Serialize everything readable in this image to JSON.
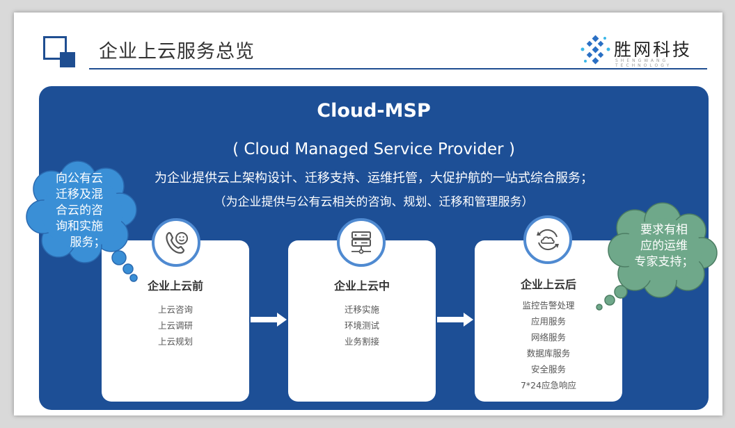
{
  "header": {
    "title": "企业上云服务总览",
    "brand_name": "胜网科技",
    "brand_sub": "SHENGWANG TECHNOLOGY"
  },
  "panel": {
    "headline": "Cloud-MSP",
    "subtitle": "( Cloud Managed Service Provider )",
    "description": "为企业提供云上架构设计、迁移支持、运维托管，大促护航的一站式综合服务；",
    "description2": "（为企业提供与公有云相关的咨询、规划、迁移和管理服务）"
  },
  "cards": [
    {
      "title": "企业上云前",
      "icon": "phone-smile-icon",
      "items": [
        "上云咨询",
        "上云调研",
        "上云规划"
      ]
    },
    {
      "title": "企业上云中",
      "icon": "server-icon",
      "items": [
        "迁移实施",
        "环境测试",
        "业务割接"
      ]
    },
    {
      "title": "企业上云后",
      "icon": "cloud-sync-icon",
      "items": [
        "监控告警处理",
        "应用服务",
        "网络服务",
        "数据库服务",
        "安全服务",
        "7*24应急响应"
      ]
    }
  ],
  "bubbles": {
    "left": [
      "向公有云",
      "迁移及混",
      "合云的咨",
      "询和实施",
      "服务；"
    ],
    "right": [
      "要求有相",
      "应的运维",
      "专家支持；"
    ]
  },
  "colors": {
    "panel": "#1d4f96",
    "accent": "#4f8ad1",
    "bubble_left": "#3a8fd6",
    "bubble_right": "#6fa88a"
  }
}
